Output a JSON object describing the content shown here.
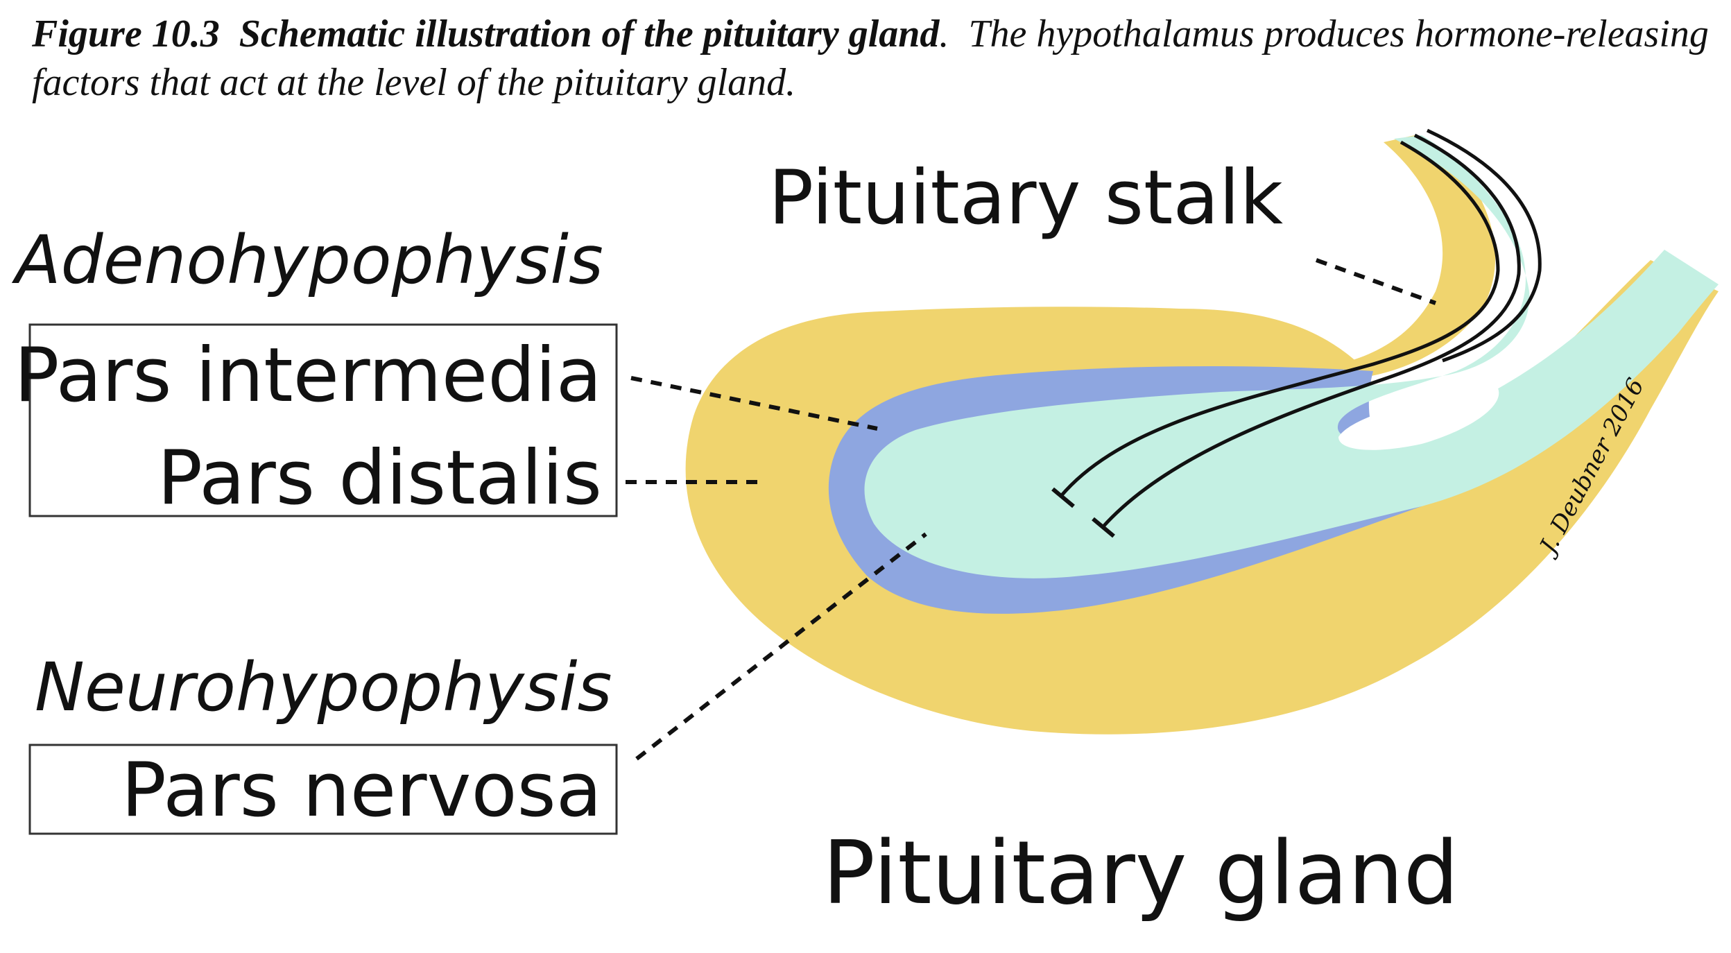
{
  "caption": {
    "figure_label": "Figure 10.3",
    "title": "Schematic illustration of the pituitary gland",
    "description": "The hypothalamus produces hormone-releasing factors that act at the level of the pituitary gland."
  },
  "labels": {
    "pituitary_stalk": "Pituitary stalk",
    "adenohypophysis": "Adenohypophysis",
    "pars_intermedia": "Pars intermedia",
    "pars_distalis": "Pars distalis",
    "neurohypophysis": "Neurohypophysis",
    "pars_nervosa": "Pars nervosa",
    "pituitary_gland": "Pituitary gland"
  },
  "signature": "J. Deubner 2016",
  "colors": {
    "pars_distalis": "#f0d46e",
    "pars_intermedia": "#8ea6e0",
    "pars_nervosa": "#c4f0e3",
    "lines": "#111111"
  }
}
